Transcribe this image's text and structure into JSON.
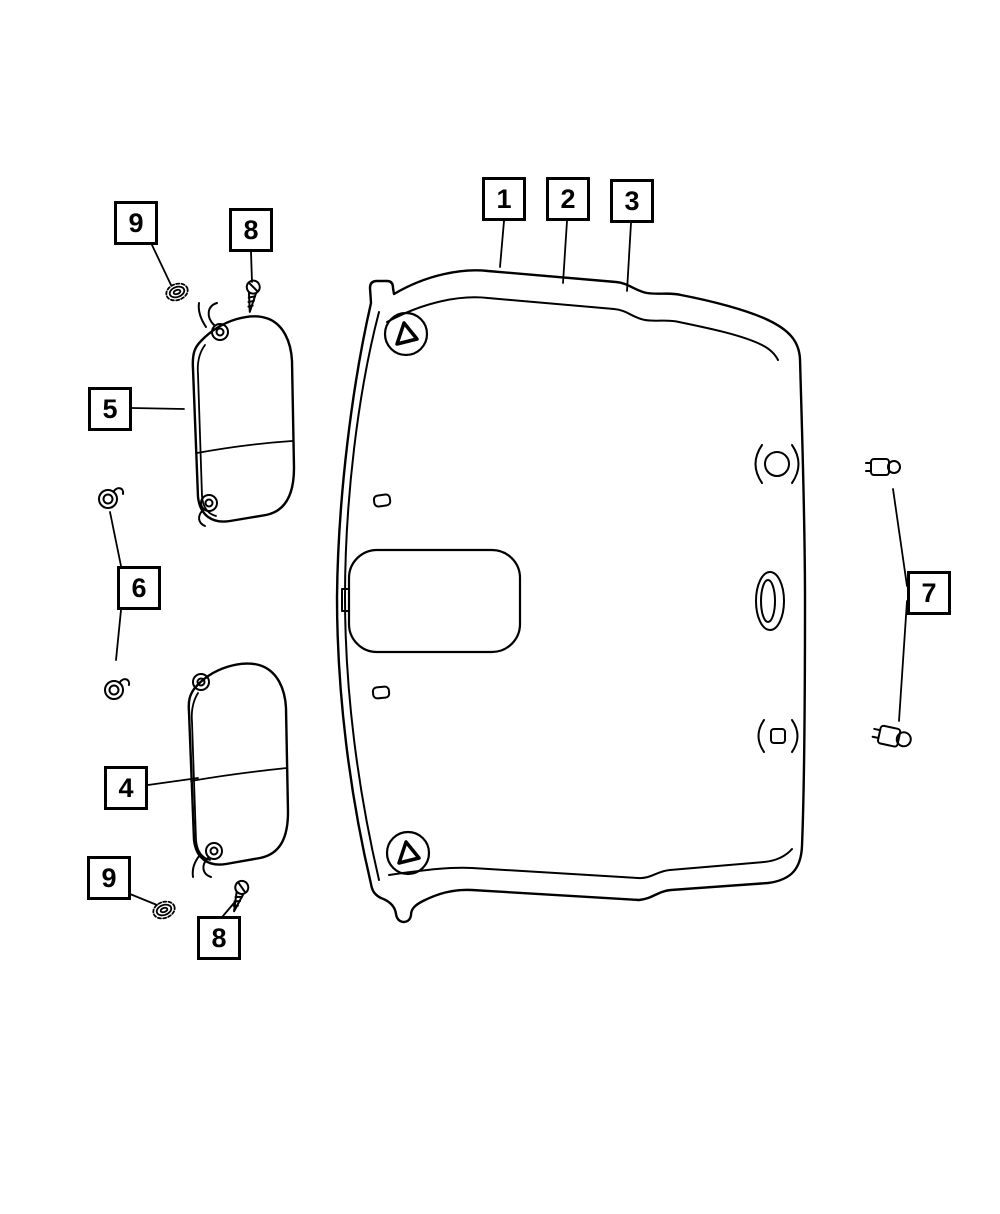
{
  "diagram": {
    "background_color": "#ffffff",
    "line_color": "#000000",
    "callouts": {
      "c1": {
        "label": "1"
      },
      "c2": {
        "label": "2"
      },
      "c3": {
        "label": "3"
      },
      "c4": {
        "label": "4"
      },
      "c5": {
        "label": "5"
      },
      "c6": {
        "label": "6"
      },
      "c7": {
        "label": "7"
      },
      "c8_top": {
        "label": "8"
      },
      "c8_bottom": {
        "label": "8"
      },
      "c9_top": {
        "label": "9"
      },
      "c9_bottom": {
        "label": "9"
      }
    },
    "part_icons": [
      "headliner-panel-drawing",
      "sun-visor-drawing",
      "screw-drawing",
      "star-grommet-drawing",
      "visor-clip-drawing",
      "lamp-socket-drawing"
    ]
  }
}
